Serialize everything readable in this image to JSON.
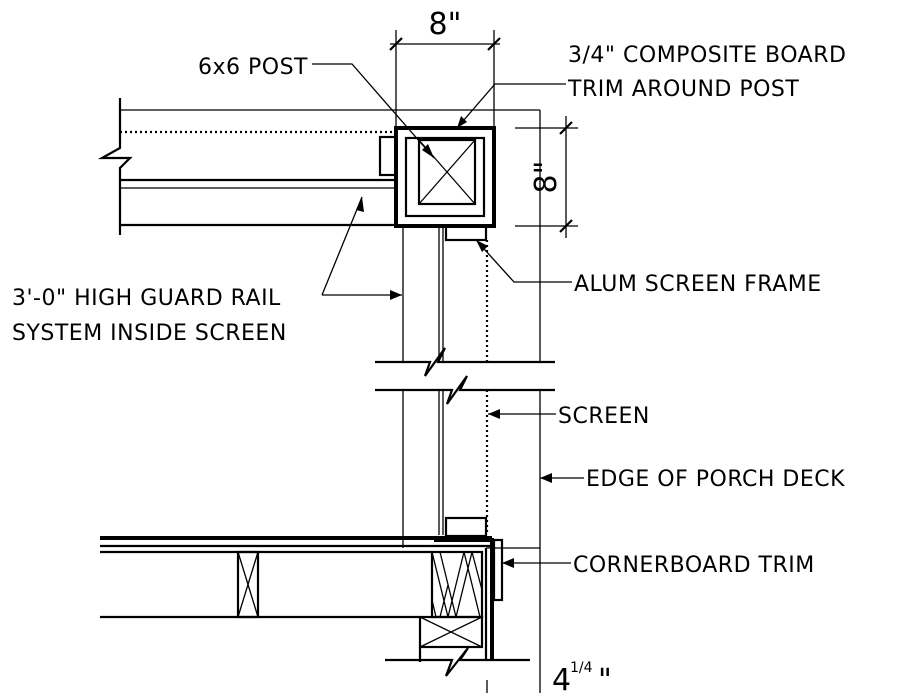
{
  "labels": {
    "post": "6x6 POST",
    "trim_line1": "3/4\" COMPOSITE BOARD",
    "trim_line2": "TRIM AROUND POST",
    "screen_frame": "ALUM SCREEN FRAME",
    "guard_line1": "3'-0\" HIGH GUARD RAIL",
    "guard_line2": "SYSTEM INSIDE SCREEN",
    "screen": "SCREEN",
    "porch_edge": "EDGE OF PORCH DECK",
    "cornerboard": "CORNERBOARD TRIM"
  },
  "dimensions": {
    "post_width": "8\"",
    "post_height": "8\"",
    "bottom_whole": "4",
    "bottom_fraction": "1/4",
    "bottom_unit": "\""
  }
}
